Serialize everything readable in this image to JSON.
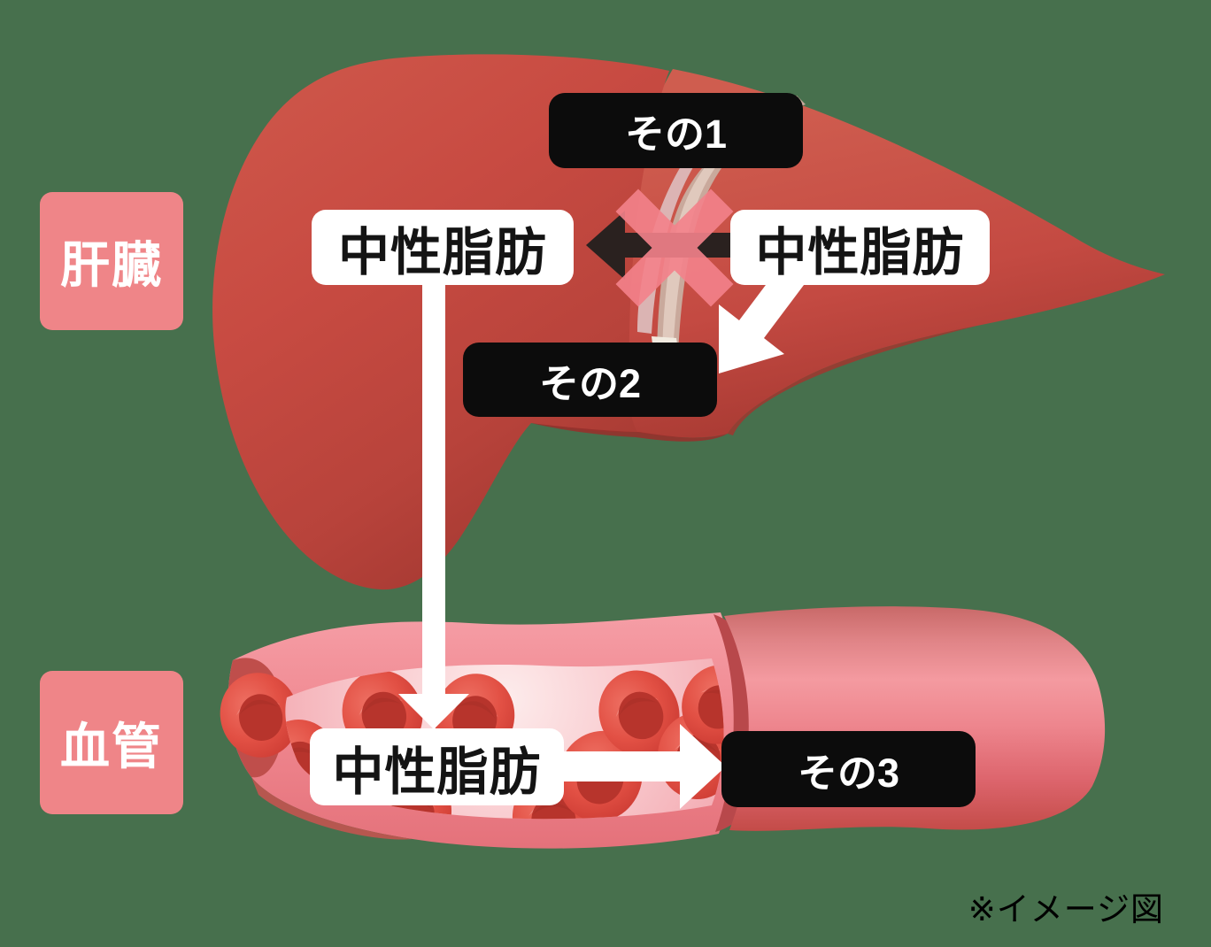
{
  "colors": {
    "background_green": "#47704d",
    "side_label_pink": "#ef8588",
    "side_label_text": "#ffffff",
    "step_badge_black": "#0c0c0c",
    "step_badge_text": "#ffffff",
    "fat_box_white": "#ffffff",
    "fat_box_text": "#141414",
    "liver_red": "#c84b42",
    "liver_shadow_maroon": "#9f362f",
    "bile_duct_tan": "#e0c9bd",
    "vessel_wall_pink": "#ef868e",
    "vessel_lumen_pink": "#f9ccd0",
    "vessel_cut_dark_red": "#b8484b",
    "blood_cell_red": "#e25044",
    "arrow_white": "#ffffff",
    "blocked_arrow_black": "#2a211f",
    "block_x_pink": "#f4828b",
    "note_text_black": "#000000"
  },
  "side_labels": [
    {
      "text": "肝臓"
    },
    {
      "text": "血管"
    }
  ],
  "step_badges": [
    {
      "text": "その1"
    },
    {
      "text": "その2"
    },
    {
      "text": "その3"
    }
  ],
  "fat_labels": [
    {
      "text": "中性脂肪"
    },
    {
      "text": "中性脂肪"
    },
    {
      "text": "中性脂肪"
    }
  ],
  "note": {
    "text": "※イメージ図"
  },
  "icons": {
    "liver-illustration": "red liver organ",
    "bile-duct-illustration": "tan bile duct strands at porta hepatis",
    "blood-vessel-illustration": "pink blood vessel cutaway",
    "red-blood-cell-icon": "red disc-shaped blood cell",
    "blocked-arrow-icon": "black left arrow",
    "block-x-icon": "pink X cross blocking the arrow",
    "diagonal-arrow-icon": "white arrow pointing down-left",
    "down-arrow-icon": "white arrow pointing down",
    "right-arrow-icon": "white arrow pointing right"
  }
}
